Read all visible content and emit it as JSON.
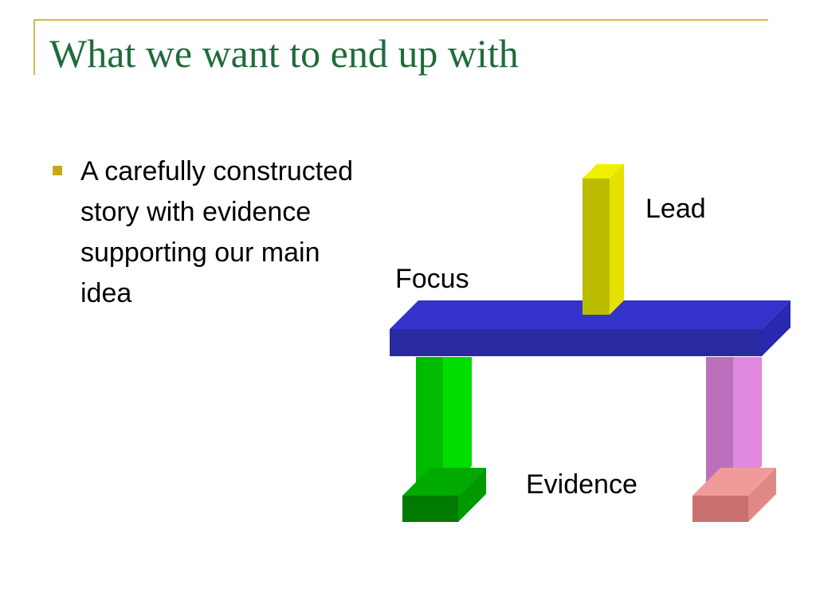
{
  "slide": {
    "title": "What we want to end up with",
    "bullets": [
      "A carefully constructed story with evidence supporting our main idea"
    ]
  },
  "diagram": {
    "labels": {
      "lead": "Lead",
      "focus": "Focus",
      "evidence": "Evidence"
    },
    "colors": {
      "lead": "#e8e000",
      "focus": "#3333cc",
      "left_leg": "#00dd00",
      "right_leg": "#dd80dd",
      "left_base": "#009900",
      "right_base": "#e88a8a",
      "title": "#1f6b3a",
      "rule": "#d4b94c",
      "bullet": "#c9a818"
    }
  }
}
